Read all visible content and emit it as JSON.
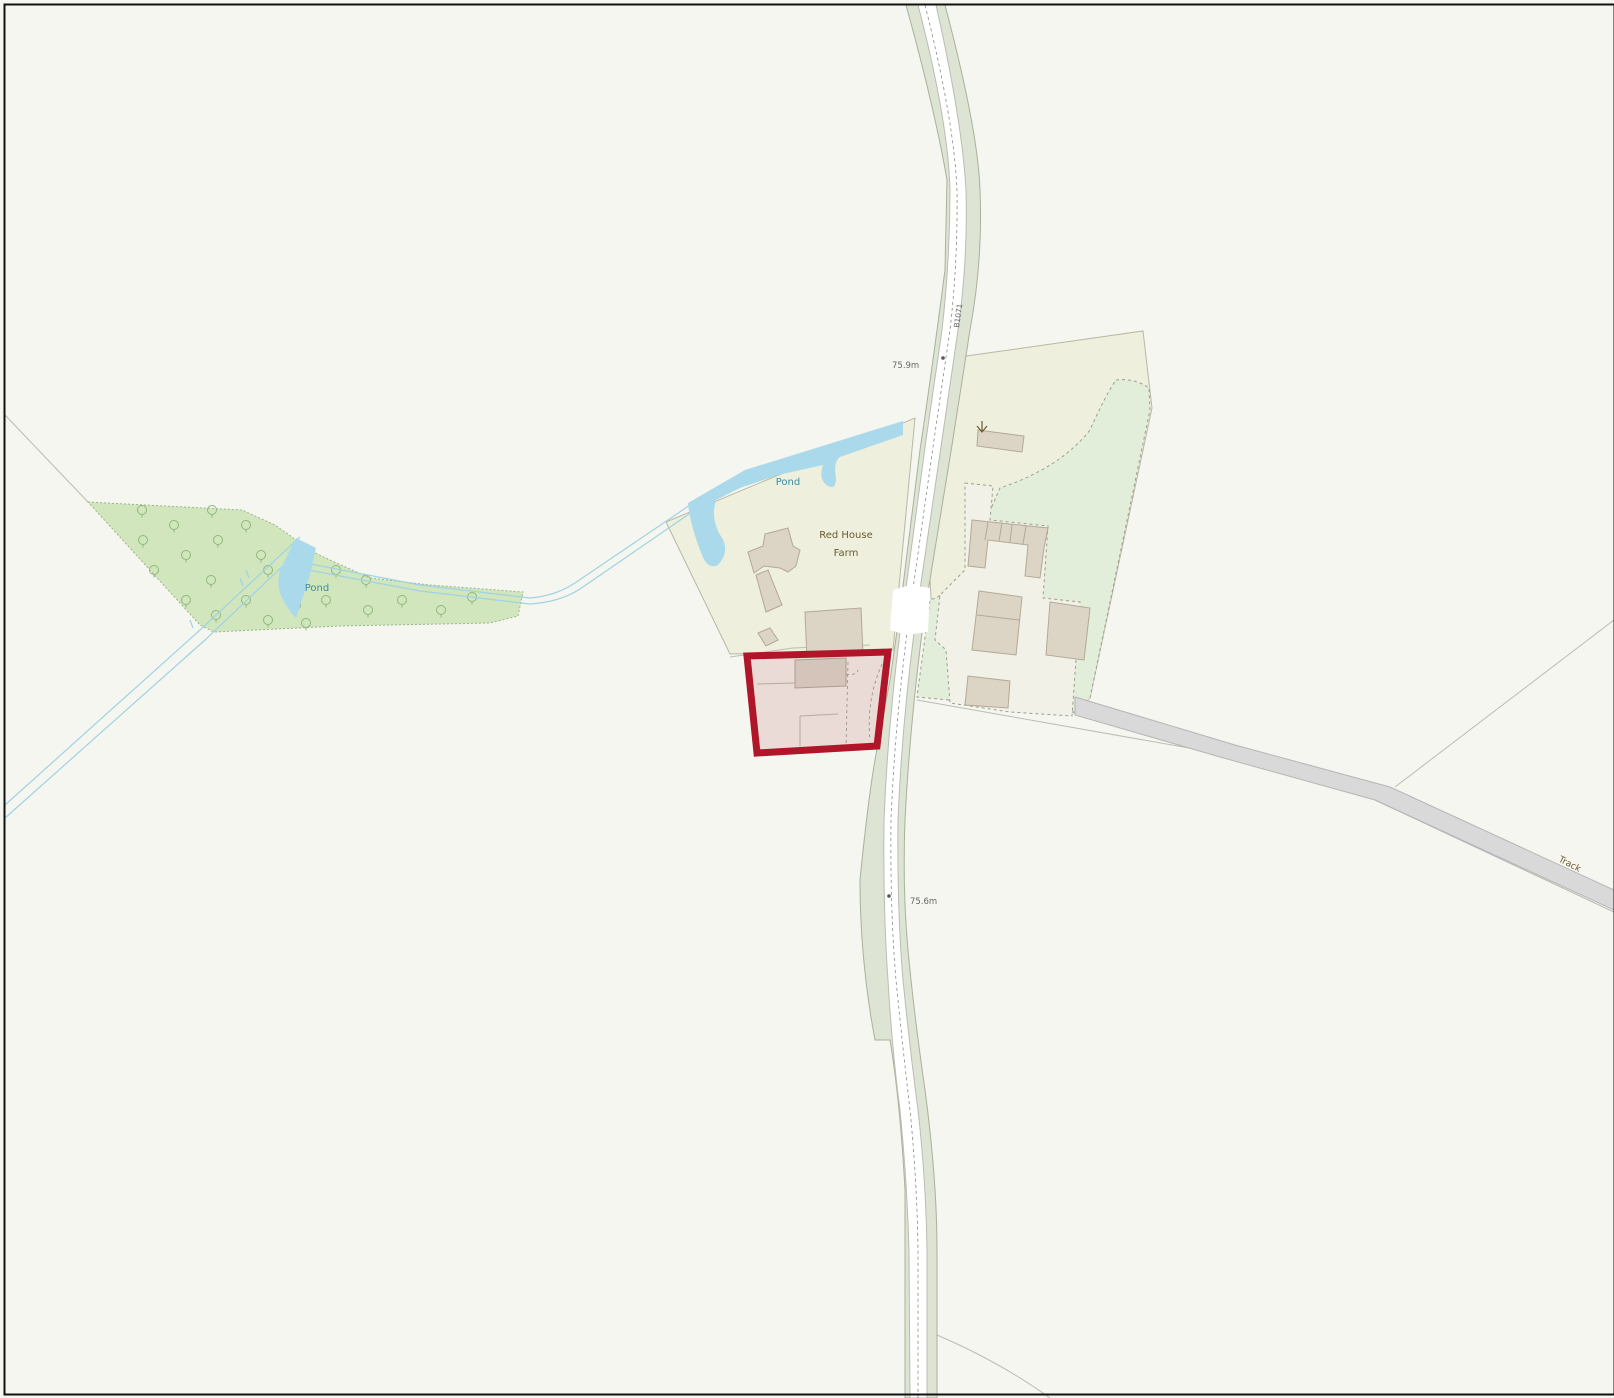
{
  "labels": {
    "pond_north": "Pond",
    "pond_west": "Pond",
    "farm_line1": "Red House",
    "farm_line2": "Farm",
    "road_number": "B1071",
    "spot_height_north": "75.9m",
    "spot_height_south": "75.6m",
    "track": "Track"
  },
  "colors": {
    "background": "#f5f6f0",
    "farmland": "#eeefdd",
    "grass": "#e2edda",
    "woodland": "#d2e6be",
    "water": "#a9d9ea",
    "building": "#dcd5c6",
    "road_verge": "#dde4d3",
    "road_surface": "#ffffff",
    "track_surface": "#d9d9d9",
    "site_outline": "#b0162a",
    "site_fill": "#e8d8d4",
    "water_label": "#3a8ea8",
    "place_label": "#6b5b2e"
  },
  "icons": {
    "tree_symbol": "deciduous-tree-icon",
    "survey_arrow": "arrow-down-icon"
  }
}
